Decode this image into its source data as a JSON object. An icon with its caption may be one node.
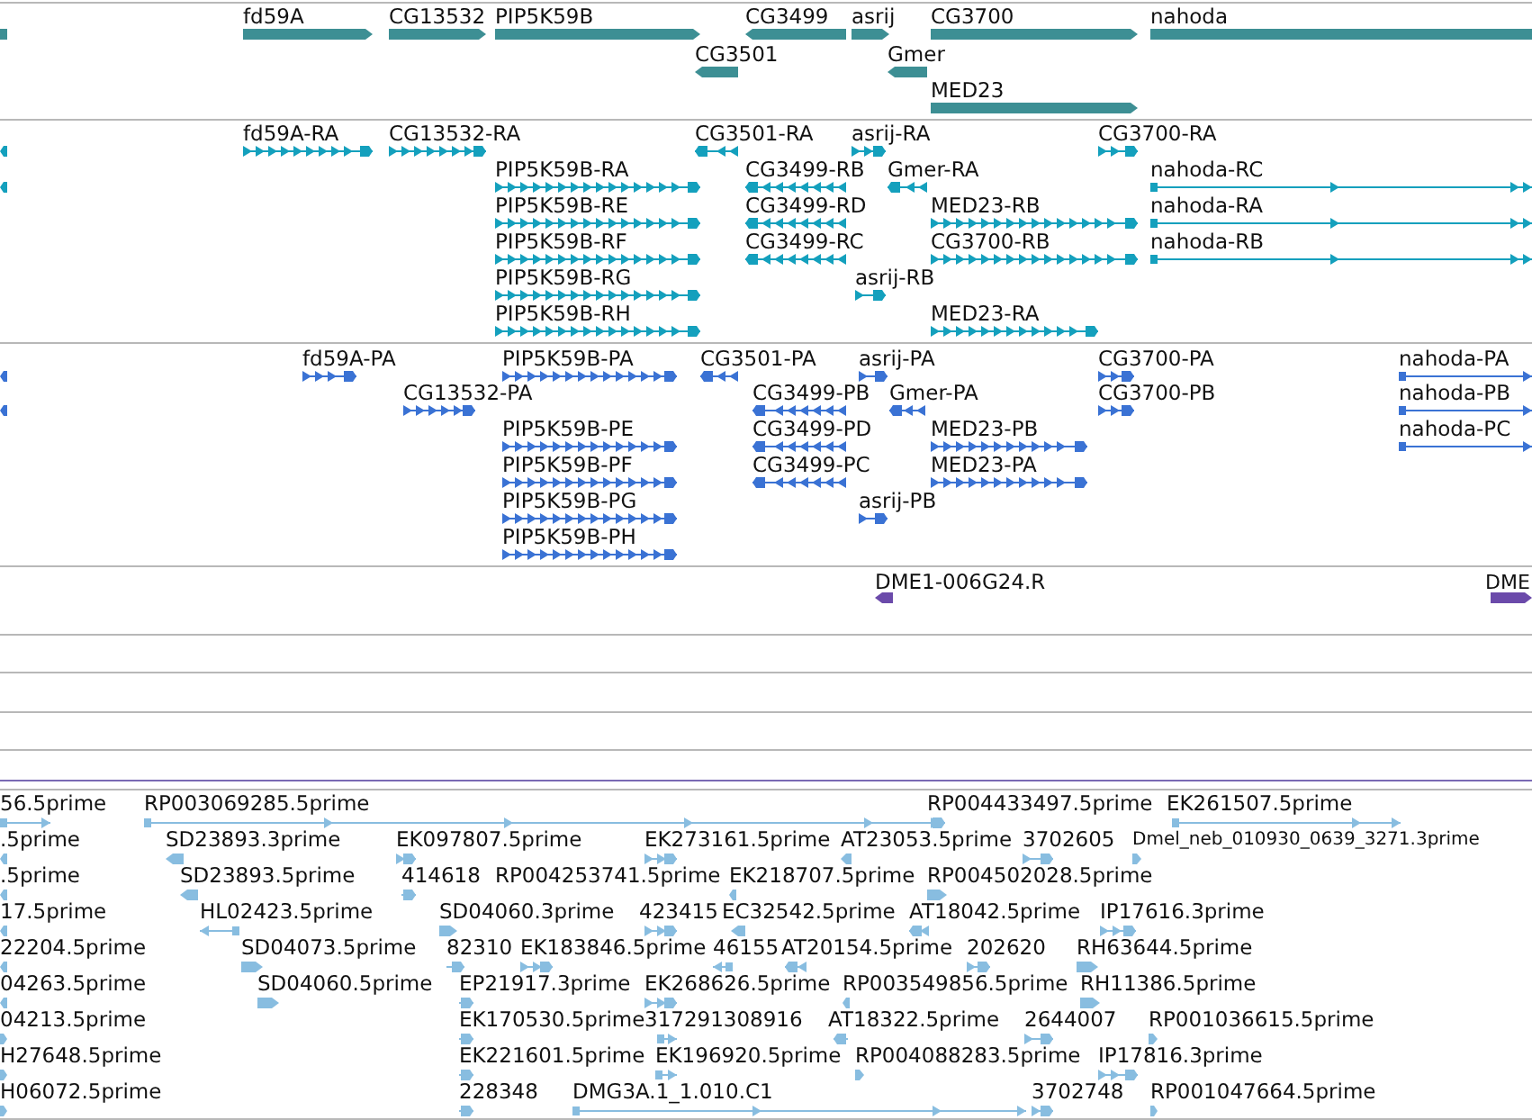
{
  "diagram": {
    "labels": [
      "fd59A",
      "CG13532",
      "PIP5K59B",
      "CG3499",
      "asrij",
      "CG3700",
      "nahoda",
      "CG3501",
      "Gmer",
      "MED23",
      "fd59A-RA",
      "CG13532-RA",
      "CG3501-RA",
      "asrij-RA",
      "CG3700-RA",
      "PIP5K59B-RA",
      "CG3499-RB",
      "Gmer-RA",
      "nahoda-RC",
      "PIP5K59B-RE",
      "CG3499-RD",
      "MED23-RB",
      "nahoda-RA",
      "PIP5K59B-RF",
      "CG3499-RC",
      "CG3700-RB",
      "nahoda-RB",
      "PIP5K59B-RG",
      "asrij-RB",
      "PIP5K59B-RH",
      "MED23-RA",
      "fd59A-PA",
      "PIP5K59B-PA",
      "CG3501-PA",
      "asrij-PA",
      "CG3700-PA",
      "nahoda-PA",
      "CG13532-PA",
      "CG3499-PB",
      "Gmer-PA",
      "CG3700-PB",
      "nahoda-PB",
      "PIP5K59B-PE",
      "CG3499-PD",
      "MED23-PB",
      "nahoda-PC",
      "PIP5K59B-PF",
      "CG3499-PC",
      "MED23-PA",
      "PIP5K59B-PG",
      "asrij-PB",
      "PIP5K59B-PH",
      "DME1-006G24.R",
      "DME",
      "56.5prime",
      "RP003069285.5prime",
      "RP004433497.5prime",
      "EK261507.5prime",
      ".5prime",
      "SD23893.3prime",
      "EK097807.5prime",
      "EK273161.5prime",
      "AT23053.5prime",
      "3702605",
      "Dmel_neb_010930_0639_3271.3prime",
      ".5prime",
      "SD23893.5prime",
      "414618",
      "RP004253741.5prime",
      "EK218707.5prime",
      "RP004502028.5prime",
      "17.5prime",
      "HL02423.5prime",
      "SD04060.3prime",
      "423415",
      "EC32542.5prime",
      "AT18042.5prime",
      "IP17616.3prime",
      "22204.5prime",
      "SD04073.5prime",
      "82310",
      "EK183846.5prime",
      "46155",
      "AT20154.5prime",
      "202620",
      "RH63644.5prime",
      "04263.5prime",
      "SD04060.5prime",
      "EP21917.3prime",
      "EK268626.5prime",
      "RP003549856.5prime",
      "RH11386.5prime",
      "04213.5prime",
      "EK170530.5prime",
      "317291308916",
      "AT18322.5prime",
      "2644007",
      "RP001036615.5prime",
      "H27648.5prime",
      "EK221601.5prime",
      "EK196920.5prime",
      "RP004088283.5prime",
      "IP17816.3prime",
      "H06072.5prime",
      "228348",
      "DMG3A.1_1.010.C1",
      "3702748",
      "RP001047664.5prime"
    ]
  }
}
